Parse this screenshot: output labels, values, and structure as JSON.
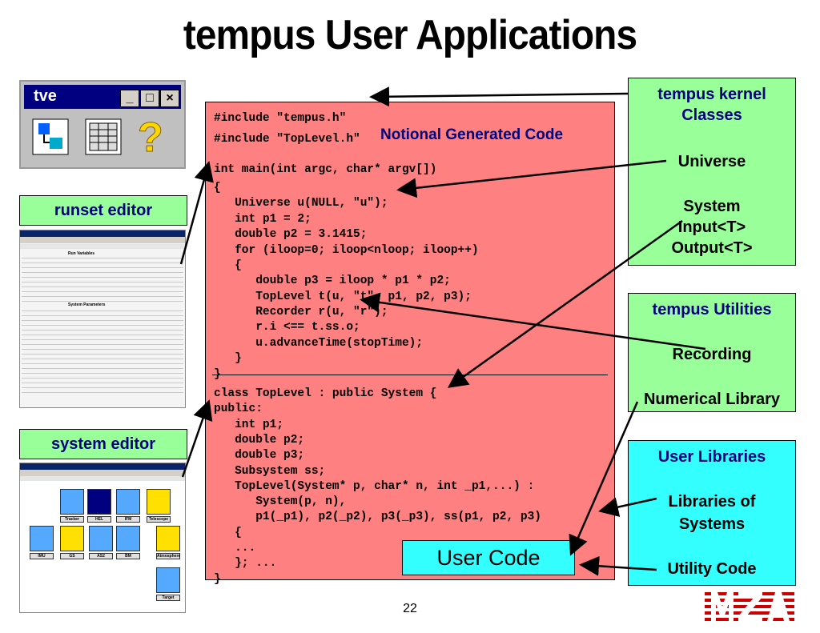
{
  "title": "tempus User Applications",
  "tve_window": {
    "title": "tve",
    "minimize": "_",
    "maximize": "□",
    "close": "×",
    "help_glyph": "?"
  },
  "runset_label": "runset editor",
  "system_label": "system editor",
  "runset_screenshot": {
    "section1": "Run Variables",
    "section2": "System Parameters"
  },
  "system_screenshot": {
    "blocks": [
      "Tracker",
      "HEL",
      "IFM",
      "Telescope",
      "IMU",
      "GS",
      "AS2",
      "BM",
      "Atmosphere",
      "Target"
    ]
  },
  "code": {
    "notional_label": "Notional Generated Code",
    "lines_main": [
      "#include \"tempus.h\"",
      "#include \"TopLevel.h\"",
      "int main(int argc, char* argv[])",
      "{",
      "   Universe u(NULL, \"u\");",
      "   int p1 = 2;",
      "   double p2 = 3.1415;",
      "   for (iloop=0; iloop<nloop; iloop++)",
      "   {",
      "      double p3 = iloop * p1 * p2;",
      "      TopLevel t(u, \"t\", p1, p2, p3);",
      "      Recorder r(u, \"r\");",
      "      r.i <== t.ss.o;",
      "      u.advanceTime(stopTime);",
      "   }",
      "}"
    ],
    "lines_class": [
      "class TopLevel : public System {",
      "public:",
      "   int p1;",
      "   double p2;",
      "   double p3;",
      "   Subsystem ss;",
      "   TopLevel(System* p, char* n, int _p1,...) :",
      "      System(p, n),",
      "      p1(_p1), p2(_p2), p3(_p3), ss(p1, p2, p3)",
      "   {",
      "   ...",
      "   }; ...",
      "}"
    ]
  },
  "kernel": {
    "heading": "tempus kernel Classes",
    "heading_line1": "tempus kernel",
    "heading_line2": "Classes",
    "universe": "Universe",
    "system": "System",
    "input": "Input<T>",
    "output": "Output<T>"
  },
  "utilities": {
    "heading": "tempus Utilities",
    "recording": "Recording",
    "numerical": "Numerical Library"
  },
  "user_libraries": {
    "heading": "User Libraries",
    "libs_line1": "Libraries of",
    "libs_line2": "Systems",
    "utility": "Utility Code"
  },
  "user_code": "User Code",
  "page_number": "22",
  "logo_text": "MZA",
  "colors": {
    "code_bg": "#ff8080",
    "kernel_bg": "#99ff99",
    "user_bg": "#33ffff",
    "heading_blue": "#000080"
  }
}
